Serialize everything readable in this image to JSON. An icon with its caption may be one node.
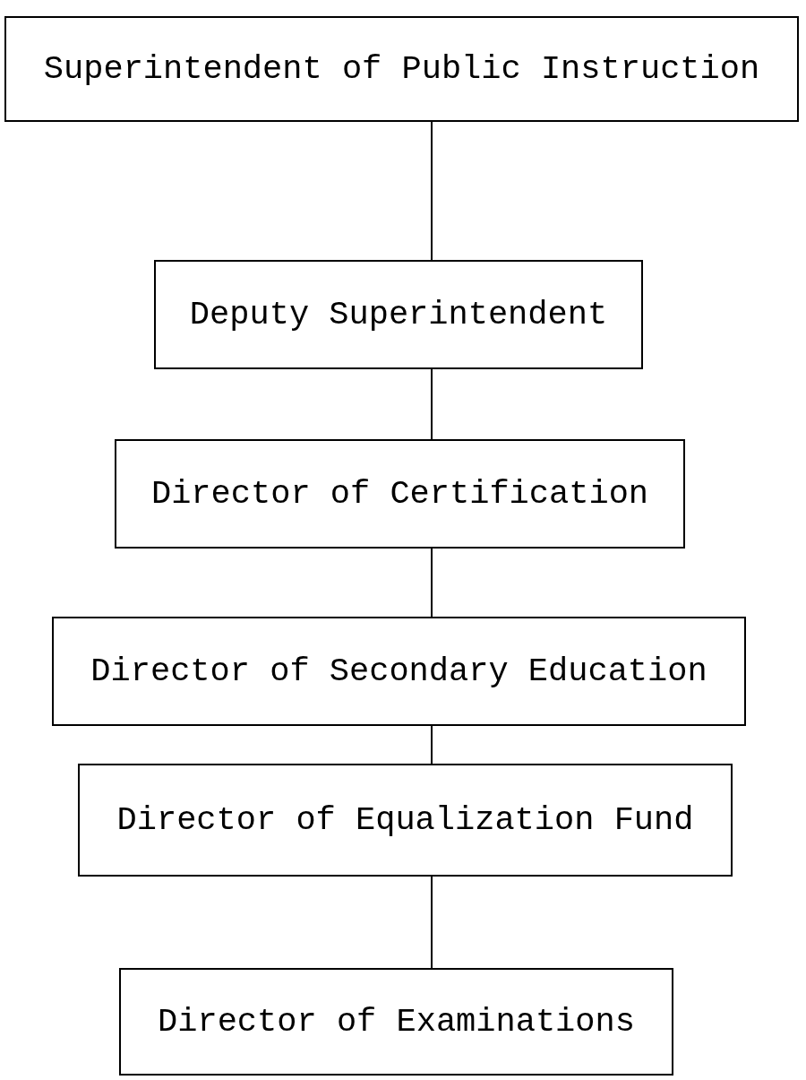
{
  "diagram": {
    "nodes": [
      {
        "text": [
          "Superintendent of Public Instruction"
        ]
      },
      {
        "text": [
          "Deputy Superintendent"
        ]
      },
      {
        "text": [
          "Director of Certification"
        ]
      },
      {
        "text": [
          "Director of Secondary Education"
        ]
      },
      {
        "text": [
          "Director of Equalization Fund"
        ]
      },
      {
        "text": [
          "Director of Examinations"
        ]
      }
    ],
    "edges": [
      {
        "from": 0,
        "to": 1,
        "arrow": "none"
      },
      {
        "from": 1,
        "to": 2,
        "arrow": "none"
      },
      {
        "from": 2,
        "to": 3,
        "arrow": "none"
      },
      {
        "from": 3,
        "to": 4,
        "arrow": "none"
      },
      {
        "from": 4,
        "to": 5,
        "arrow": "none"
      }
    ]
  }
}
